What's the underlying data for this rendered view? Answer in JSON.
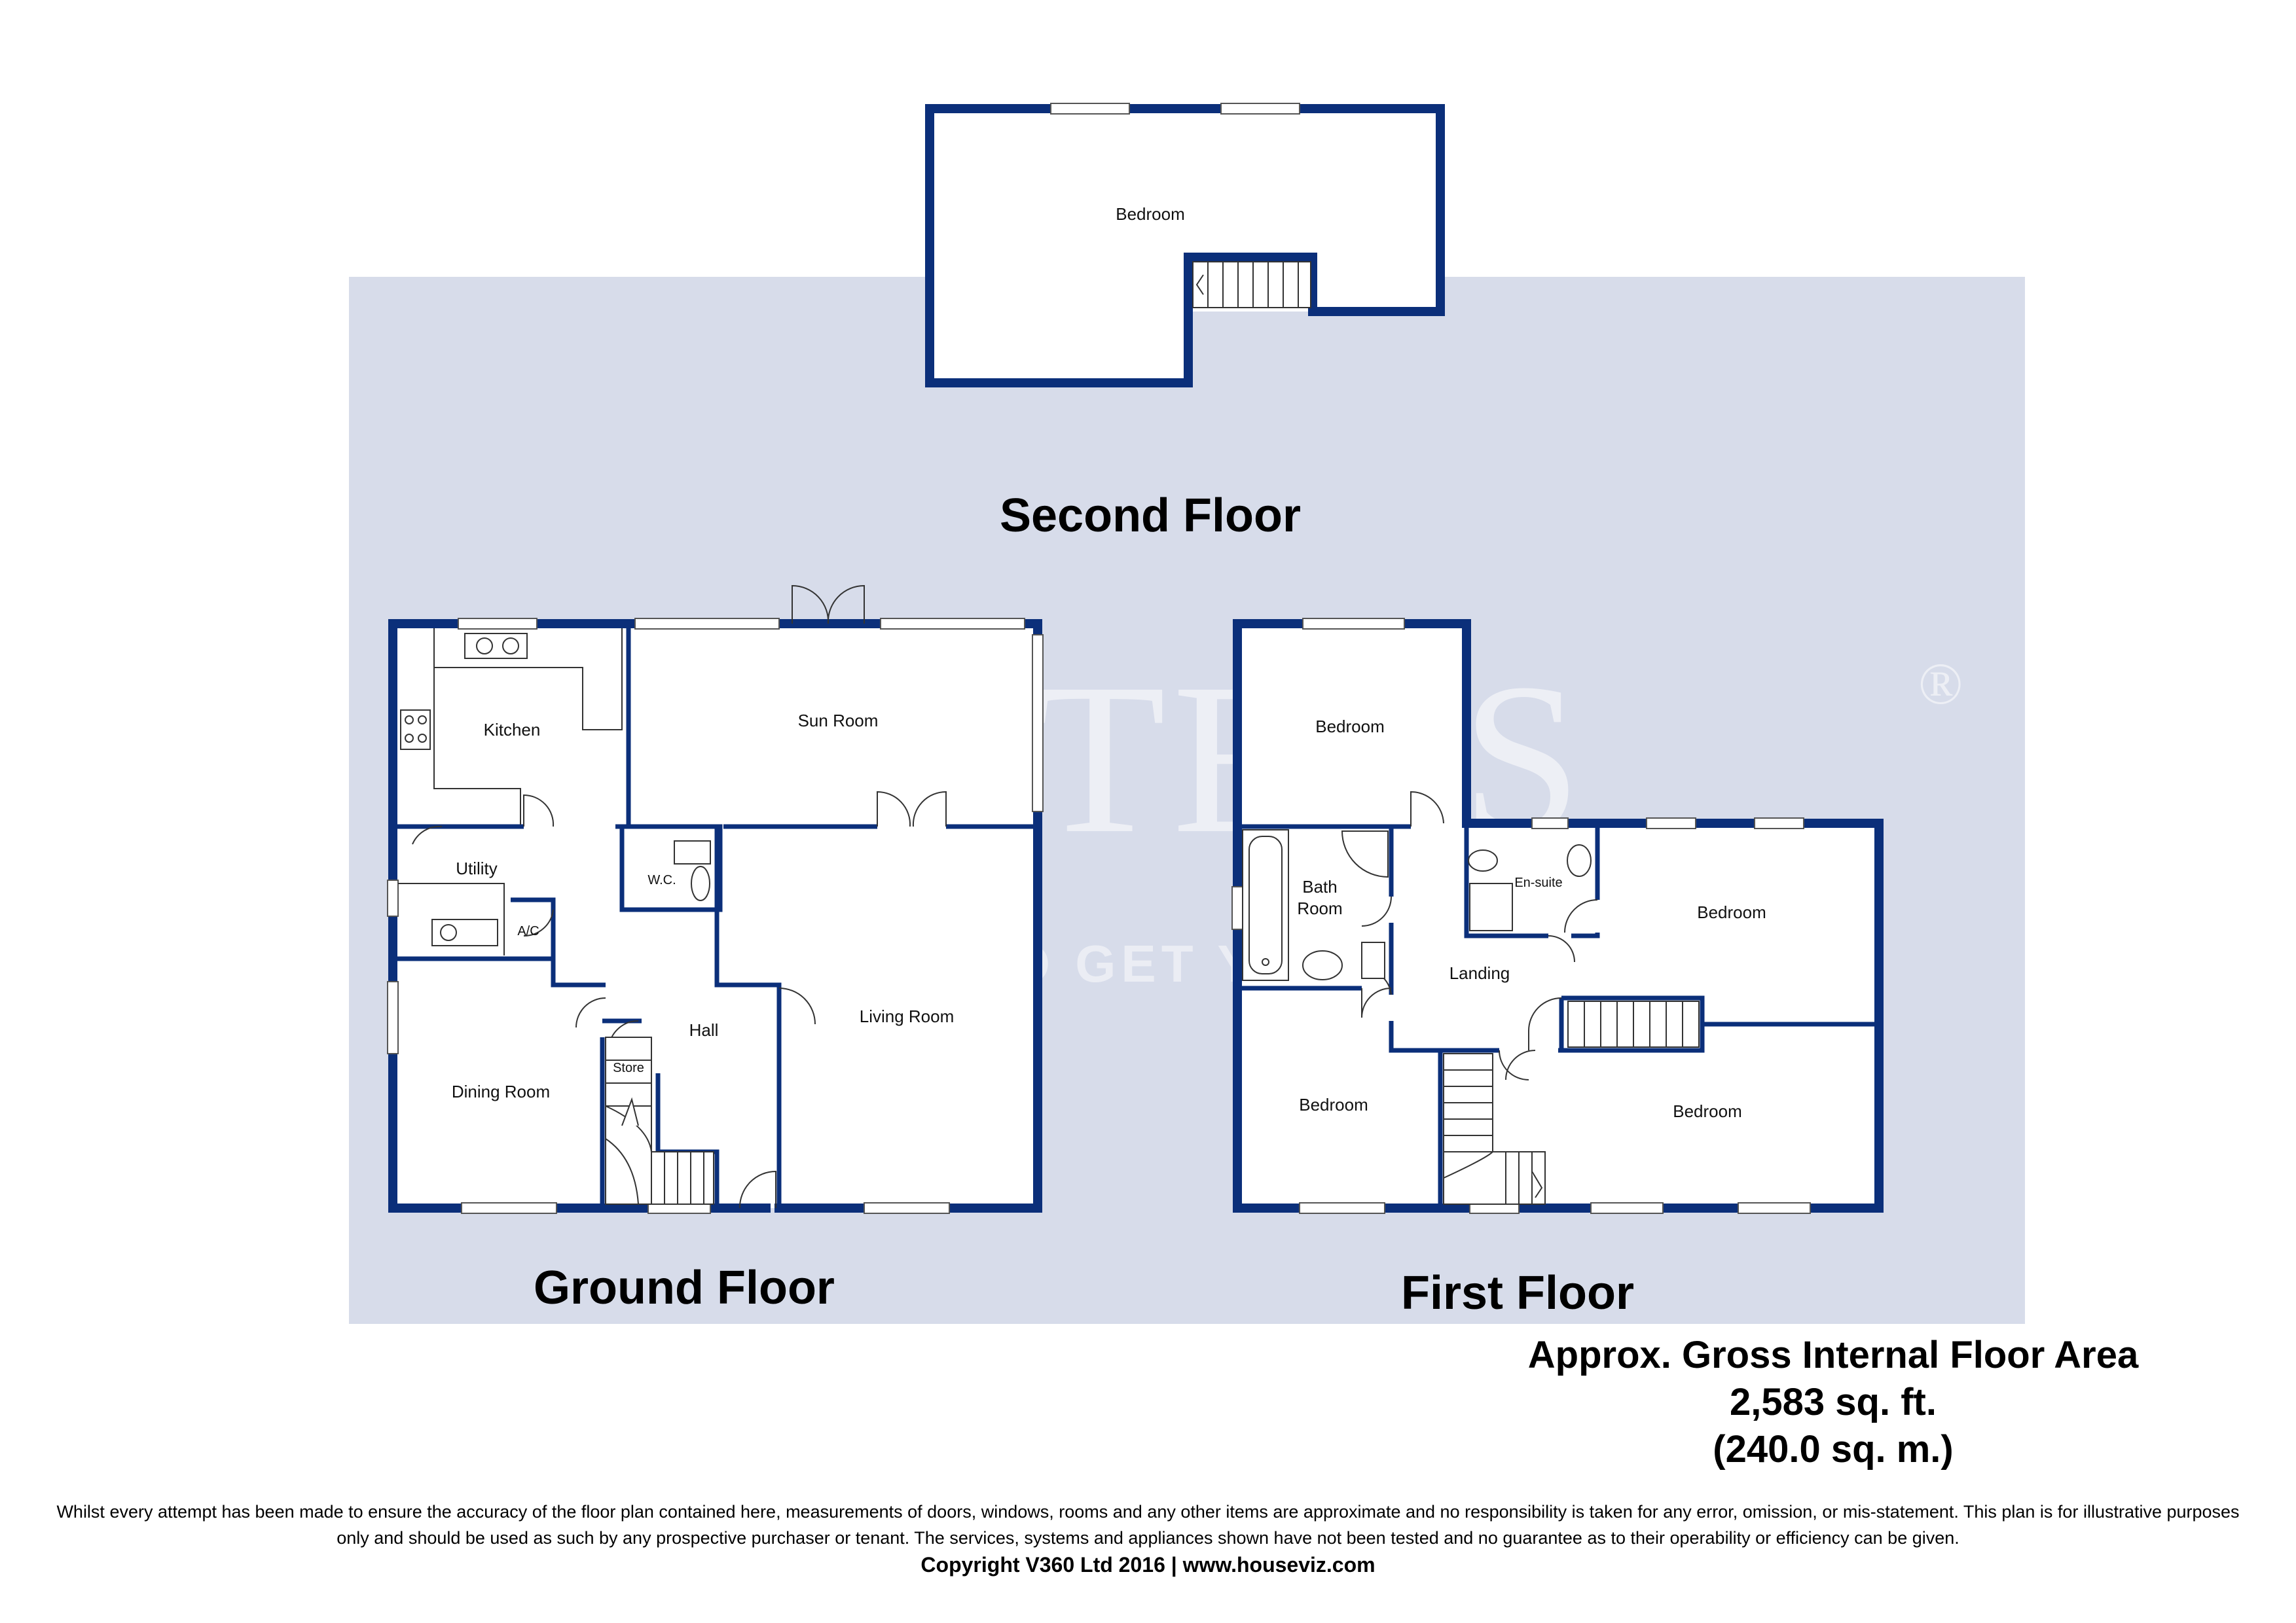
{
  "floors": {
    "second": "Second Floor",
    "ground": "Ground Floor",
    "first": "First Floor"
  },
  "rooms": {
    "second_bedroom": "Bedroom",
    "kitchen": "Kitchen",
    "sun_room": "Sun Room",
    "utility": "Utility",
    "wc": "W.C.",
    "ac": "A/C",
    "hall": "Hall",
    "store": "Store",
    "dining_room": "Dining Room",
    "living_room": "Living Room",
    "first_bedroom_1": "Bedroom",
    "bath_room_line1": "Bath",
    "bath_room_line2": "Room",
    "en_suite": "En-suite",
    "first_bedroom_2": "Bedroom",
    "landing": "Landing",
    "first_bedroom_3": "Bedroom",
    "first_bedroom_4": "Bedroom"
  },
  "watermark": {
    "brand": "HUNTERS",
    "tagline": "HERE TO GET YOU THERE",
    "reg_mark": "®"
  },
  "area": {
    "heading": "Approx. Gross Internal Floor Area",
    "sq_ft": "2,583 sq. ft.",
    "sq_m": "(240.0 sq. m.)"
  },
  "disclaimer": "Whilst every attempt has been made to ensure the accuracy of the floor plan contained here, measurements of doors, windows, rooms and any other items are approximate and no responsibility is taken for any error, omission, or mis-statement. This plan is for illustrative purposes only and should be used as such by any prospective purchaser or tenant. The services, systems and appliances shown have not been tested and no guarantee as to their operability or efficiency can be given.",
  "copyright": "Copyright V360 Ltd 2016 | www.houseviz.com",
  "colors": {
    "wall": "#0b2f7a",
    "background_panel": "#d7dcea",
    "page": "#ffffff"
  }
}
